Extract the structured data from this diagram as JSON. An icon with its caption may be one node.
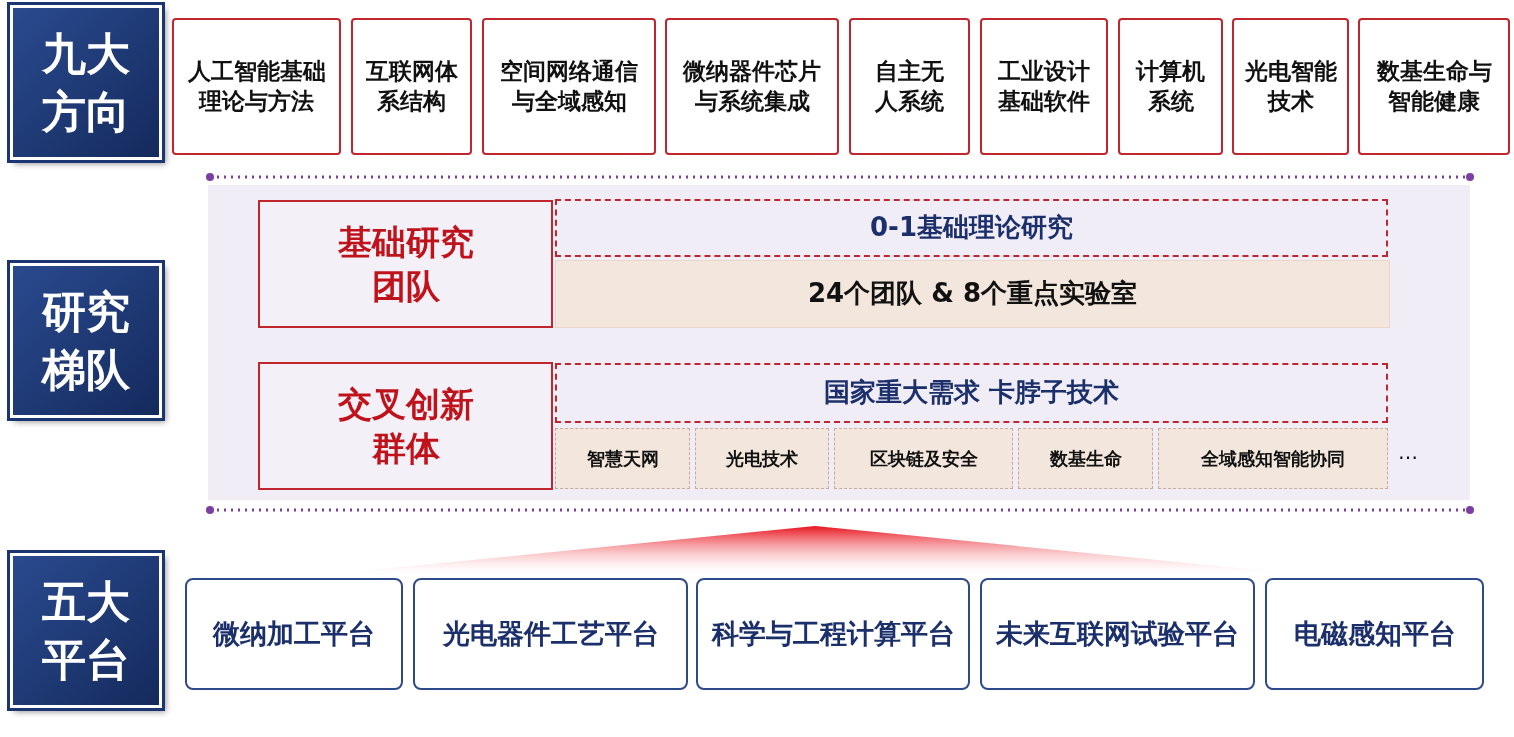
{
  "diagram": {
    "nodes": [
      {
        "text": [
          "九大方向"
        ]
      },
      {
        "text": [
          "人工智能基础理论与方法"
        ]
      },
      {
        "text": [
          "互联网体系结构"
        ]
      },
      {
        "text": [
          "空间网络通信与全域感知"
        ]
      },
      {
        "text": [
          "微纳器件芯片与系统集成"
        ]
      },
      {
        "text": [
          "自主无人系统"
        ]
      },
      {
        "text": [
          "工业设计基础软件"
        ]
      },
      {
        "text": [
          "计算机系统"
        ]
      },
      {
        "text": [
          "光电智能技术"
        ]
      },
      {
        "text": [
          "数基生命与智能健康"
        ]
      },
      {
        "text": [
          "研究梯队"
        ]
      },
      {
        "text": [],
        "shape": "box"
      },
      {
        "text": [
          "基础研究团队"
        ],
        "in": 11
      },
      {
        "text": [
          "0-1基础理论研究"
        ],
        "in": 11
      },
      {
        "text": [
          "24个团队 & 8个重点实验室"
        ],
        "in": 11
      },
      {
        "text": [
          "交叉创新群体"
        ],
        "in": 11
      },
      {
        "text": [
          "国家重大需求 卡脖子技术"
        ],
        "in": 11
      },
      {
        "text": [
          "智慧天网"
        ],
        "in": 11
      },
      {
        "text": [
          "光电技术"
        ],
        "in": 11
      },
      {
        "text": [
          "区块链及安全"
        ],
        "in": 11
      },
      {
        "text": [
          "数基生命"
        ],
        "in": 11
      },
      {
        "text": [
          "全域感知智能协同"
        ],
        "in": 11
      },
      {
        "text": [],
        "shape": "triangle"
      },
      {
        "text": [
          "五大平台"
        ]
      },
      {
        "text": [
          "微纳加工平台"
        ]
      },
      {
        "text": [
          "光电器件工艺平台"
        ]
      },
      {
        "text": [
          "科学与工程计算平台"
        ]
      },
      {
        "text": [
          "未来互联网试验平台"
        ]
      },
      {
        "text": [
          "电磁感知平台"
        ]
      }
    ],
    "edges": [],
    "labels": [
      "…"
    ]
  }
}
